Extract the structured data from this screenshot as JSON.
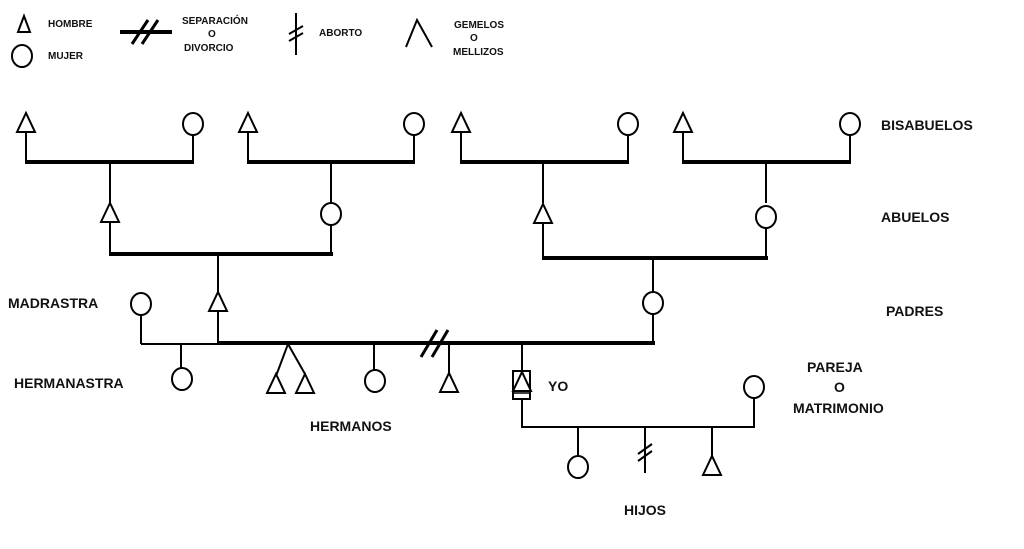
{
  "legend": [
    {
      "symbol": "male",
      "label": [
        "HOMBRE"
      ]
    },
    {
      "symbol": "female",
      "label": [
        "MUJER"
      ]
    },
    {
      "symbol": "divorce",
      "label": [
        "SEPARACIÓN",
        "O",
        "DIVORCIO"
      ]
    },
    {
      "symbol": "miscarriage",
      "label": [
        "ABORTO"
      ]
    },
    {
      "symbol": "twins",
      "label": [
        "GEMELOS",
        "O",
        "MELLIZOS"
      ]
    }
  ],
  "generation_labels": {
    "great_grandparents": "BISABUELOS",
    "grandparents": "ABUELOS",
    "parents": "PADRES",
    "stepmother": "MADRASTRA",
    "half_sister": "HERMANASTRA",
    "siblings": "HERMANOS",
    "self": "YO",
    "partner": [
      "PAREJA",
      "O",
      "MATRIMONIO"
    ],
    "children": "HIJOS"
  },
  "colors": {
    "ink": "#000000",
    "background": "#ffffff"
  }
}
